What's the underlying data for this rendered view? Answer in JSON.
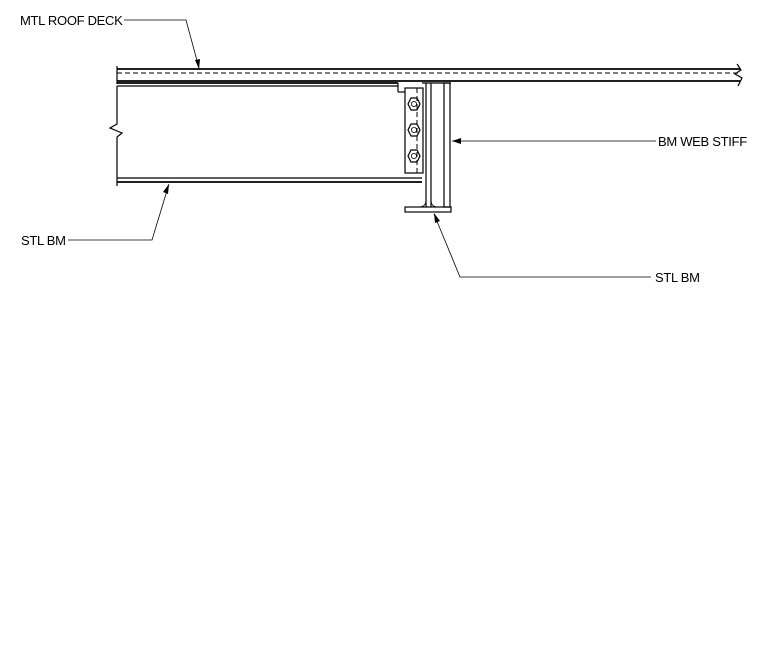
{
  "labels": {
    "roof_deck": "MTL ROOF DECK",
    "beam_left": "STL BM",
    "web_stiffener": "BM WEB STIFF",
    "beam_right": "STL BM"
  },
  "colors": {
    "linework": "#000000",
    "background": "#ffffff"
  }
}
